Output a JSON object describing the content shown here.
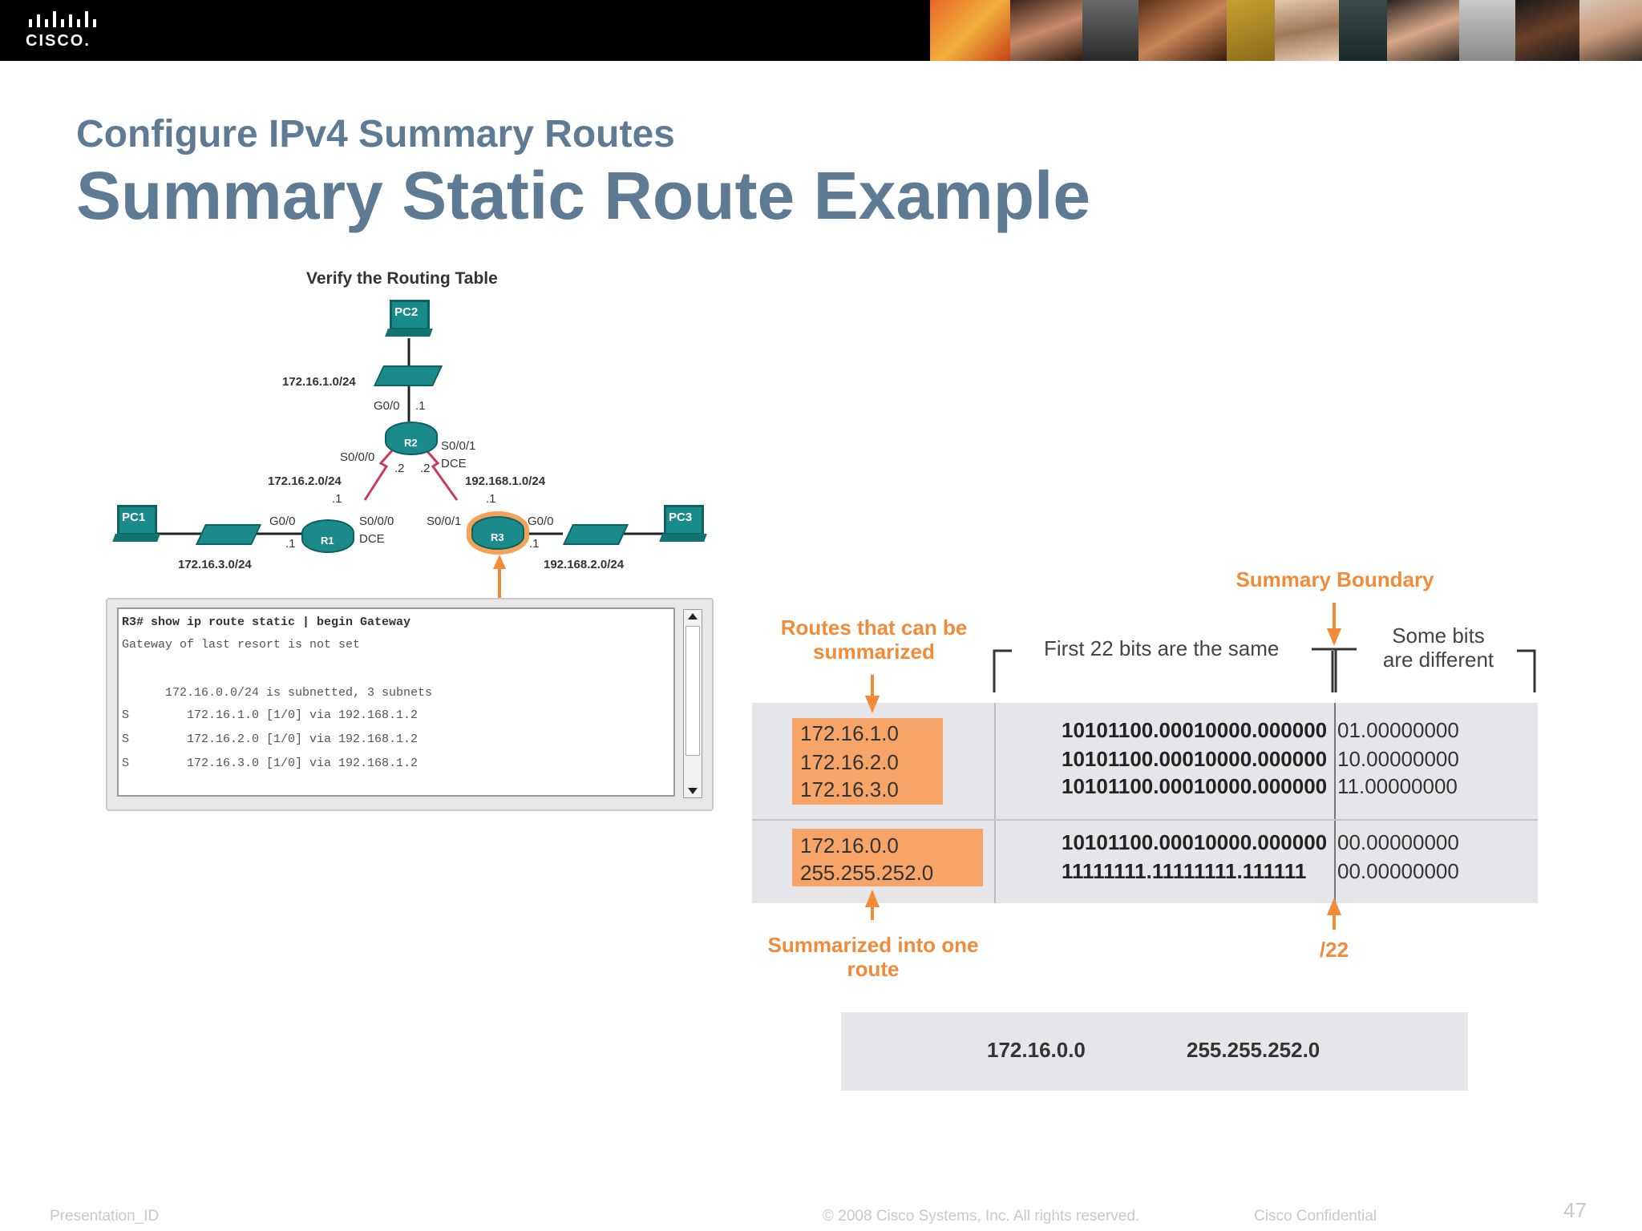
{
  "header": {
    "logo_text": "CISCO."
  },
  "slide": {
    "subtitle": "Configure IPv4 Summary Routes",
    "title": "Summary Static Route Example"
  },
  "topology": {
    "caption": "Verify the Routing Table",
    "devices": {
      "pc1": "PC1",
      "pc2": "PC2",
      "pc3": "PC3",
      "r1": "R1",
      "r2": "R2",
      "r3": "R3"
    },
    "networks": {
      "n1": "172.16.1.0/24",
      "n2": "172.16.2.0/24",
      "n3": "172.16.3.0/24",
      "n4": "192.168.1.0/24",
      "n5": "192.168.2.0/24"
    },
    "interfaces": {
      "r2_g00": "G0/0",
      "r2_g00_ip": ".1",
      "r2_s000": "S0/0/0",
      "r2_s001": "S0/0/1",
      "r2_dce": "DCE",
      "r2_s000_ip": ".2",
      "r2_s001_ip": ".2",
      "r1_g00": "G0/0",
      "r1_g00_ip": ".1",
      "r1_s000": "S0/0/0",
      "r1_dce": "DCE",
      "r1_s000_ip": ".1",
      "r3_s001": "S0/0/1",
      "r3_s001_ip": ".1",
      "r3_g00": "G0/0",
      "r3_g00_ip": ".1"
    }
  },
  "cli": {
    "lines": [
      "R3# show ip route static | begin Gateway",
      "Gateway of last resort is not set",
      "",
      "      172.16.0.0/24 is subnetted, 3 subnets",
      "S        172.16.1.0 [1/0] via 192.168.1.2",
      "S        172.16.2.0 [1/0] via 192.168.1.2",
      "S        172.16.3.0 [1/0] via 192.168.1.2"
    ]
  },
  "summary_table": {
    "boundary_label": "Summary Boundary",
    "routes_label": "Routes that can be summarized",
    "first_bits_label": "First 22 bits are the same",
    "diff_bits_label": "Some bits are different",
    "routes": [
      {
        "addr": "172.16.1.0",
        "same": "10101100.00010000.000000",
        "diff": "01.00000000"
      },
      {
        "addr": "172.16.2.0",
        "same": "10101100.00010000.000000",
        "diff": "10.00000000"
      },
      {
        "addr": "172.16.3.0",
        "same": "10101100.00010000.000000",
        "diff": "11.00000000"
      }
    ],
    "summary": [
      {
        "addr": "172.16.0.0",
        "same": "10101100.00010000.000000",
        "diff": "00.00000000"
      },
      {
        "addr": "255.255.252.0",
        "same": "11111111.11111111.111111",
        "diff": "00.00000000"
      }
    ],
    "summarized_label": "Summarized into one route",
    "prefix_label": "/22",
    "result_network": "172.16.0.0",
    "result_mask": "255.255.252.0"
  },
  "footer": {
    "presentation_id": "Presentation_ID",
    "copyright": "© 2008 Cisco Systems, Inc. All rights reserved.",
    "confidential": "Cisco Confidential",
    "page": "47"
  },
  "colors": {
    "accent": "#f08b3a",
    "title": "#5f7b93",
    "highlight": "#f6a468",
    "table_bg": "#e6e6ea",
    "device": "#1a8a8a"
  }
}
